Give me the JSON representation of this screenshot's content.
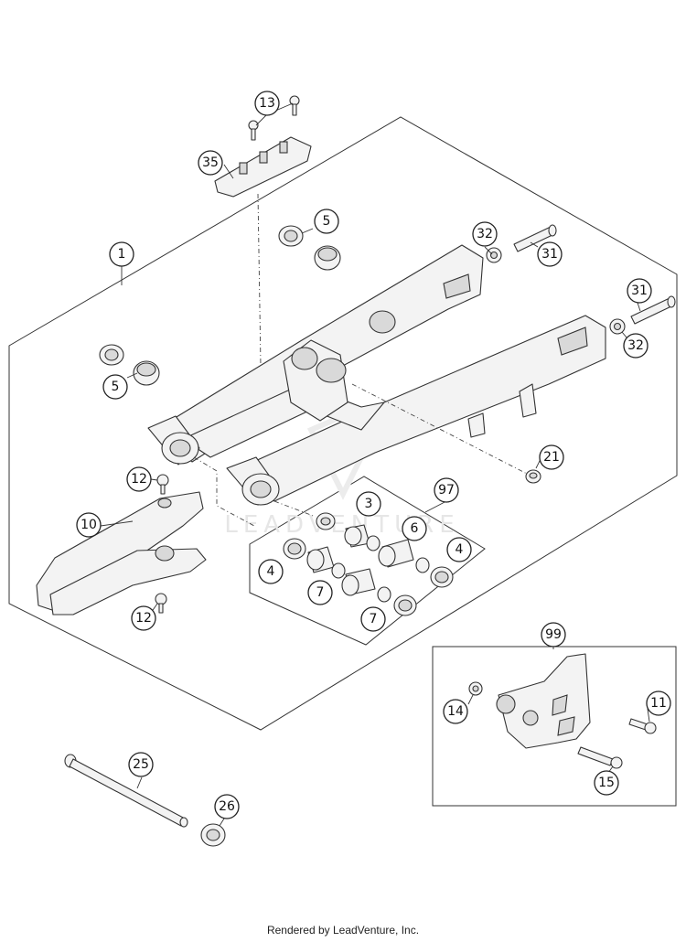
{
  "watermark": "LEADVENTURE",
  "credit": "Rendered by LeadVenture, Inc.",
  "callouts": {
    "c13": "13",
    "c35": "35",
    "c5a": "5",
    "c5b": "5",
    "c1": "1",
    "c32a": "32",
    "c31a": "31",
    "c31b": "31",
    "c32b": "32",
    "c21": "21",
    "c12a": "12",
    "c12b": "12",
    "c10": "10",
    "c97": "97",
    "c3": "3",
    "c6": "6",
    "c4a": "4",
    "c4b": "4",
    "c7a": "7",
    "c7b": "7",
    "c99": "99",
    "c14": "14",
    "c11": "11",
    "c15": "15",
    "c25": "25",
    "c26": "26"
  }
}
